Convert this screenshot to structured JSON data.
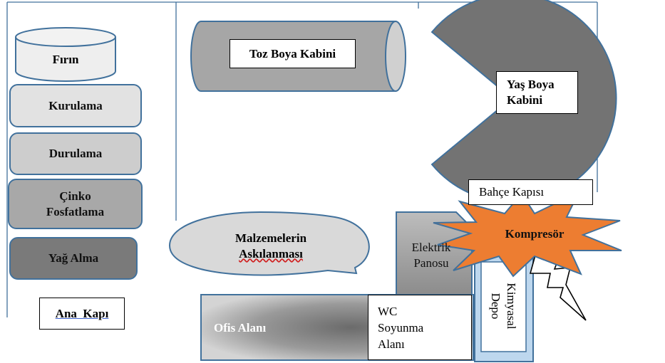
{
  "diagram": {
    "furnace": "Fırın",
    "powder_booth": "Toz Boya Kabini",
    "wet_booth_line1": "Yaş Boya",
    "wet_booth_line2": "Kabini",
    "drying": "Kurulama",
    "rinsing": "Durulama",
    "zinc_line1": "Çinko",
    "zinc_line2": "Fosfatlama",
    "degreasing": "Yağ Alma",
    "main_gate": "Ana  Kapı",
    "hanging_line1": "Malzemelerin",
    "hanging_line2": "Askılanması",
    "garden_gate": "Bahçe Kapısı",
    "compressor": "Kompresör",
    "electric_line1": "Elektrik",
    "electric_line2": "Panosu",
    "chem_line1": "Kimyasal",
    "chem_line2": "Depo",
    "office": "Ofis Alanı",
    "wc_line1": "WC",
    "wc_line2": "Soyunma",
    "wc_line3": "Alanı"
  },
  "colors": {
    "outline": "#41719c",
    "light_fill": "#e7e7e7",
    "mid_fill": "#cfcfcf",
    "dark_fill": "#a6a6a6",
    "darker_fill": "#7f7f7f",
    "pie_fill": "#737373",
    "compressor_fill": "#ed7d31",
    "chem_fill": "#bdd7ee"
  }
}
